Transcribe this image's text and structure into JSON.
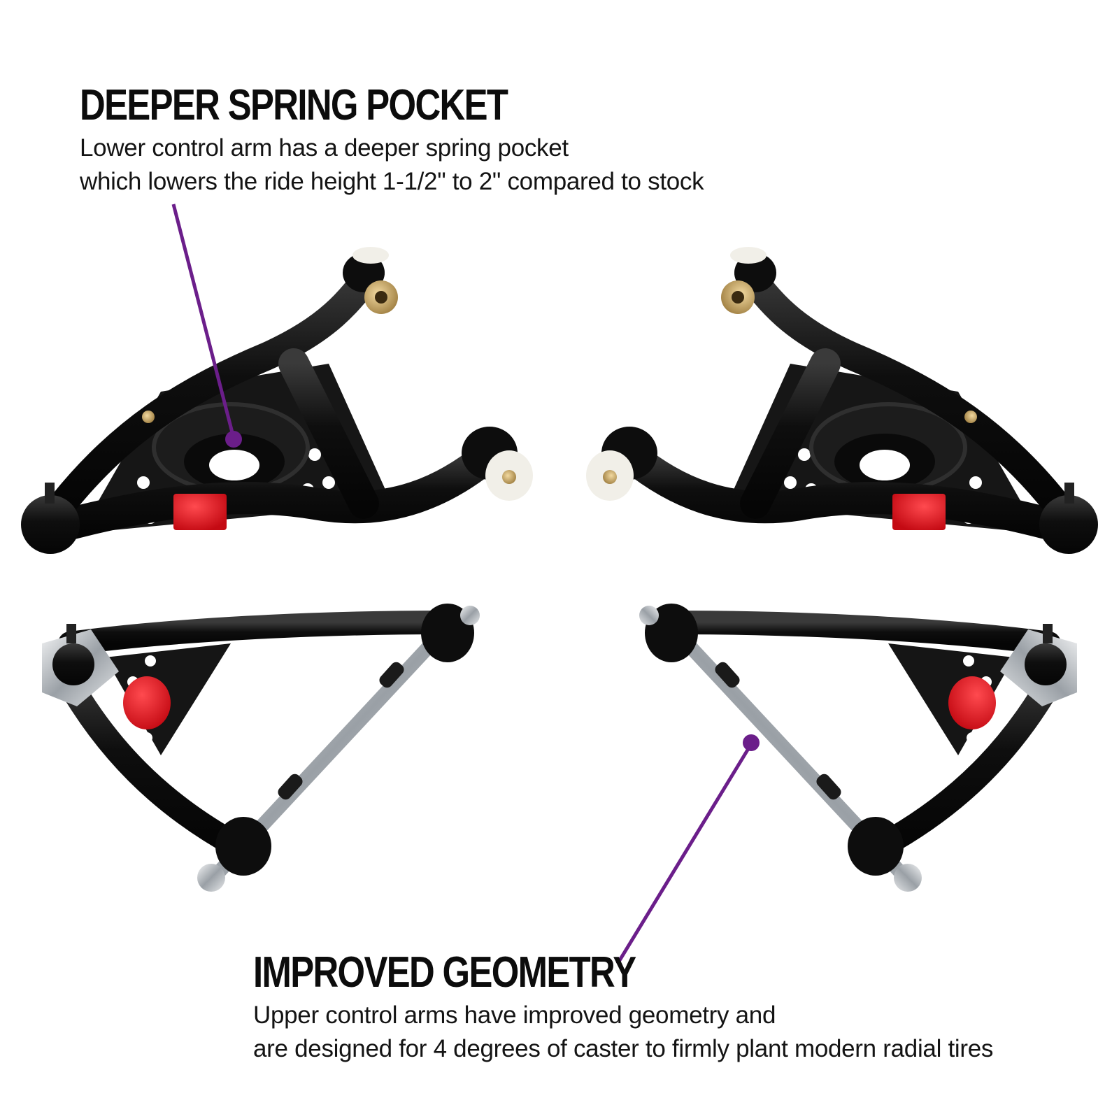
{
  "callouts": {
    "spring_pocket": {
      "title": "DEEPER SPRING POCKET",
      "line1": "Lower control arm has a deeper spring pocket",
      "line2": "which lowers the ride height 1-1/2\" to 2\" compared to stock"
    },
    "geometry": {
      "title": "IMPROVED GEOMETRY",
      "line1": "Upper control arms have improved geometry and",
      "line2": "are designed for 4 degrees of caster to firmly plant modern radial tires"
    }
  },
  "colors": {
    "leader_line": "#6b1e8a",
    "arm_black": "#111111",
    "bushing_red": "#e0121c",
    "bushing_white": "#f1efe8",
    "chrome": "#cfd2d6"
  }
}
